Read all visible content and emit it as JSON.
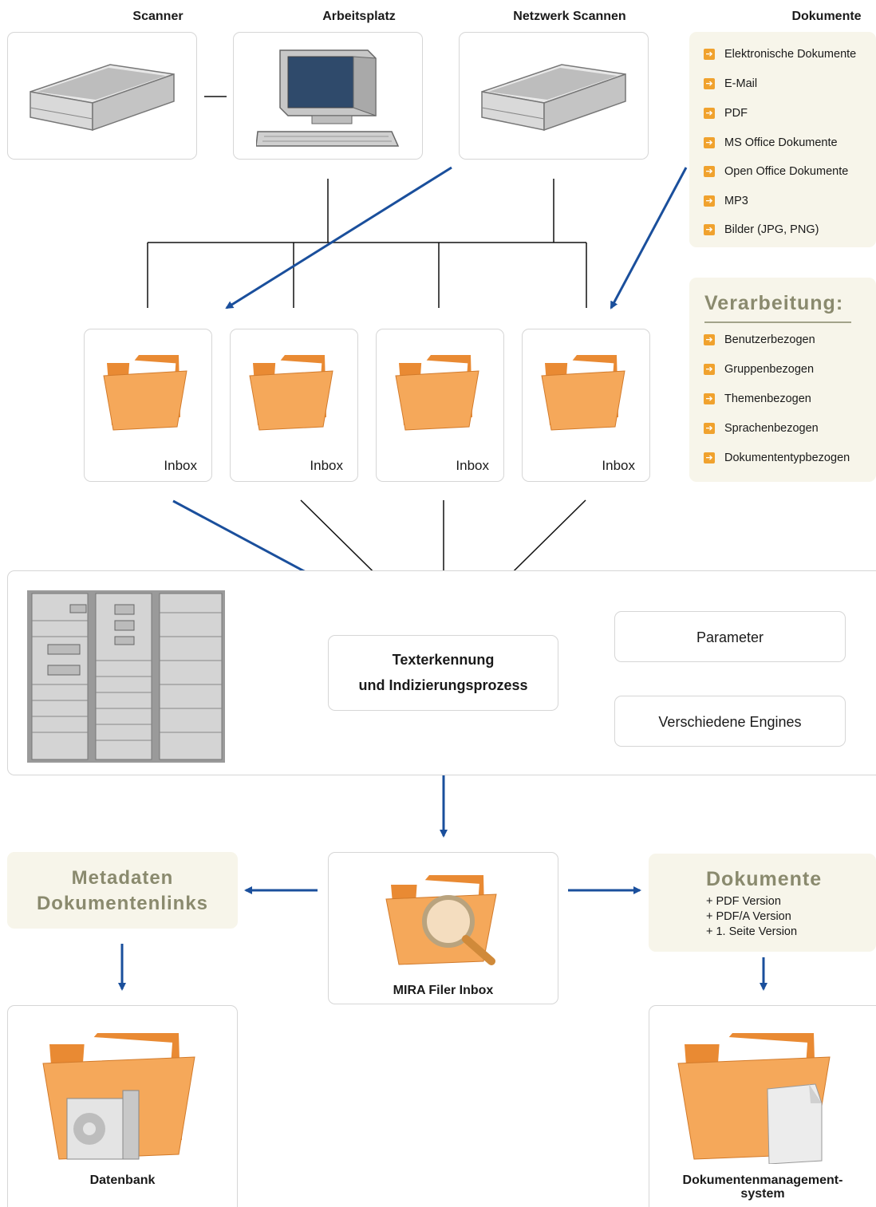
{
  "headers": {
    "scanner": "Scanner",
    "arbeitsplatz": "Arbeitsplatz",
    "netzwerk": "Netzwerk Scannen",
    "dokumente": "Dokumente"
  },
  "dokumente_list": [
    "Elektronische Dokumente",
    "E-Mail",
    "PDF",
    "MS Office Dokumente",
    "Open Office Dokumente",
    "MP3",
    "Bilder (JPG, PNG)"
  ],
  "verarbeitung": {
    "title": "Verarbeitung:",
    "items": [
      "Benutzerbezogen",
      "Gruppenbezogen",
      "Themenbezogen",
      "Sprachenbezogen",
      "Dokumententypbezogen"
    ]
  },
  "inboxes": [
    "Inbox",
    "Inbox",
    "Inbox",
    "Inbox"
  ],
  "process": {
    "line1": "Texterkennung",
    "line2": "und Indizierungsprozess",
    "parameter": "Parameter",
    "engines": "Verschiedene Engines"
  },
  "mira": {
    "label": "MIRA Filer Inbox"
  },
  "metadaten": {
    "line1": "Metadaten",
    "line2": "Dokumentenlinks"
  },
  "output_docs": {
    "title": "Dokumente",
    "items": [
      "+ PDF Version",
      "+ PDF/A Version",
      "+ 1. Seite Version"
    ]
  },
  "datenbank": {
    "label": "Datenbank"
  },
  "dms": {
    "line1": "Dokumentenmanagement-",
    "line2": "system"
  },
  "colors": {
    "arrow": "#1a4f9c",
    "beige": "#f7f5ea",
    "bullet": "#f0a22e",
    "folder": "#f5a85a"
  }
}
